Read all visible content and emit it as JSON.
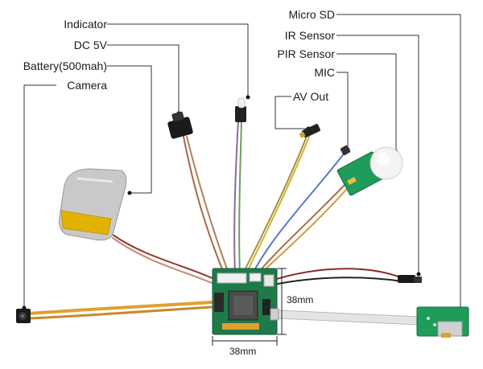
{
  "labels": {
    "indicator": "Indicator",
    "dc5v": "DC 5V",
    "battery": "Battery(500mah)",
    "camera": "Camera",
    "micro_sd": "Micro SD",
    "ir_sensor": "IR Sensor",
    "pir_sensor": "PIR Sensor",
    "mic": "MIC",
    "av_out": "AV Out"
  },
  "dimensions": {
    "height": "38mm",
    "width": "38mm"
  },
  "colors": {
    "board": "#1f7a4a",
    "ribbon": "#e0a030",
    "battery": "#c9c9c9",
    "battery_band": "#e2b200",
    "sensor_pcb": "#1f9b5a"
  }
}
